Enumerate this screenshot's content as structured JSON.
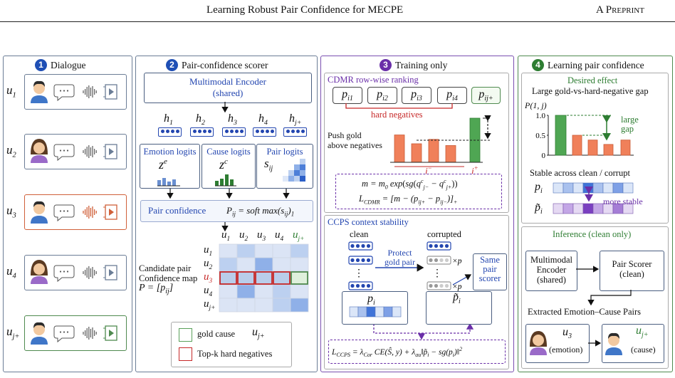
{
  "header": {
    "title": "Learning Robust Pair Confidence for MECPE",
    "right": "A Preprint"
  },
  "colors": {
    "blue": "#2346b0",
    "red": "#c62828",
    "green": "#2e7d32",
    "purple": "#6a2fa8",
    "border": "#6b7d96"
  },
  "panel1": {
    "num": "1",
    "title": "Dialogue",
    "utterances": [
      "u1",
      "u2",
      "u3",
      "u4",
      "uj+"
    ]
  },
  "panel2": {
    "num": "2",
    "title": "Pair-confidence scorer",
    "encoder": {
      "line1": "Multimodal Encoder",
      "line2": "(shared)"
    },
    "hidden": [
      "h1",
      "h2",
      "h3",
      "h4",
      "hj+"
    ],
    "emotion": {
      "title": "Emotion logits",
      "sym": "z",
      "sup": "e"
    },
    "cause": {
      "title": "Cause logits",
      "sym": "z",
      "sup": "c"
    },
    "pair": {
      "title": "Pair logits",
      "sym": "s",
      "sub": "ij"
    },
    "pairconf": {
      "label": "Pair confidence",
      "formula": "P_ij = soft max(s_ij)_1"
    },
    "map": {
      "cols": [
        "u1",
        "u2",
        "u3",
        "u4",
        "uj+"
      ],
      "rows": [
        "u1",
        "u2",
        "u3",
        "u4",
        "uj+"
      ],
      "label1": "Candidate pair",
      "label2": "Confidence map",
      "label3": "P = [p_ij]"
    },
    "legend": {
      "gold": "gold cause",
      "gold_sym": "uj+",
      "hard": "Top-k hard negatives"
    }
  },
  "panel3": {
    "num": "3",
    "title": "Training only",
    "cdmr": {
      "title": "CDMR row-wise ranking",
      "ps": [
        "pi1",
        "pi2",
        "pi3",
        "pi4"
      ],
      "pgold": "pij+",
      "hard": "hard negatives",
      "push1": "Push gold",
      "push2": "above negatives",
      "jminus": "j−",
      "jplus": "j+",
      "bars": [
        0.62,
        0.42,
        0.52,
        0.38,
        1.0
      ],
      "eq1": "m = m0 exp( sg(qcj− − qcj+) )",
      "eq2": "L_CDMR = [m − (p_ij+ − p_ij−)]+"
    },
    "ccps": {
      "title": "CCPS context stability",
      "clean": "clean",
      "corrupted": "corrupted",
      "protect1": "Protect",
      "protect2": "gold pair",
      "xp": "×p",
      "same1": "Same",
      "same2": "pair",
      "same3": "scorer",
      "pi": "pi",
      "pti": "p̃i",
      "loss": "L_CCPS = λ_Cor CE(Ŝ, y) + λ_au ||p̃i − sg(pi)||²"
    }
  },
  "panel4": {
    "num": "4",
    "title": "Learning pair confidence",
    "desired": "Desired effect",
    "gap": "Large gold-vs-hard-negative gap",
    "ylabel": "P(1, j)",
    "yticks": [
      "1.0",
      "0.5",
      "0"
    ],
    "bars": [
      1.0,
      0.5,
      0.38,
      0.27,
      0.38
    ],
    "large1": "large",
    "large2": "gap",
    "stable": "Stable across clean /  corrupt",
    "more": "more stable",
    "pi": "pi",
    "pti": "p̃i",
    "inference": "Inference (clean only)",
    "enc1": "Multimodal",
    "enc2": "Encoder",
    "enc3": "(shared)",
    "scorer1": "Pair Scorer",
    "scorer2": "(clean)",
    "extracted": "Extracted Emotion–Cause Pairs",
    "u3": "u3",
    "u3sub": "(emotion)",
    "uj": "uj+",
    "ujsub": "(cause)"
  }
}
